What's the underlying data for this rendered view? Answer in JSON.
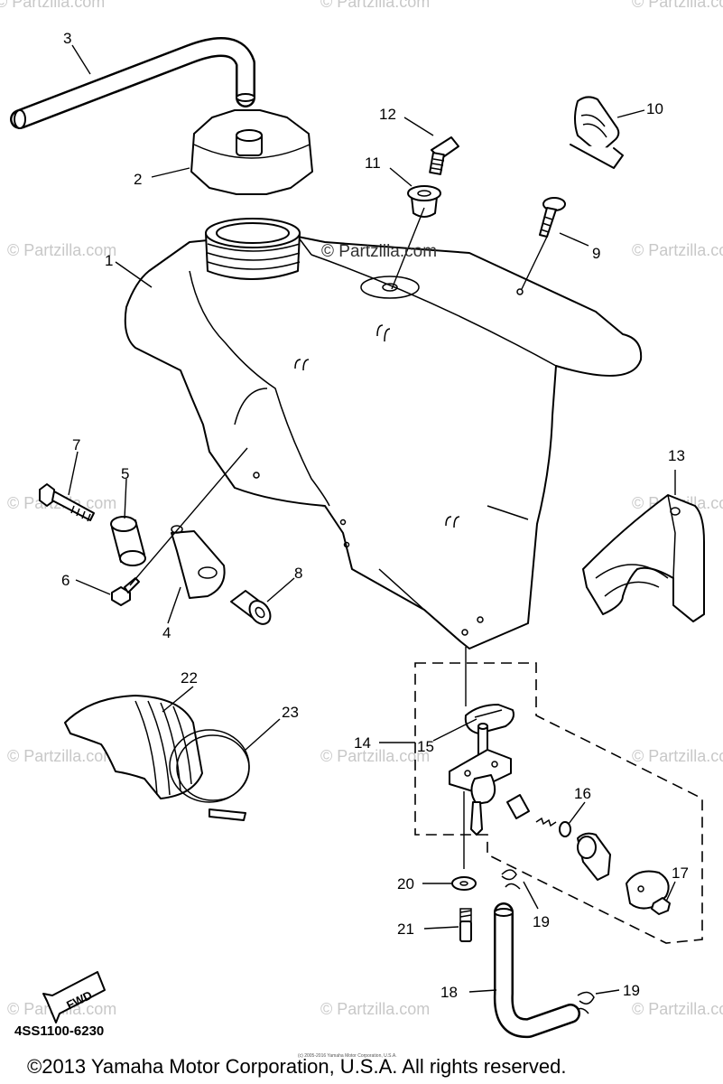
{
  "watermarks": {
    "mark": "© Partzilla.com",
    "center": "© Partzilla.com"
  },
  "callouts": {
    "c1": "1",
    "c2": "2",
    "c3": "3",
    "c4": "4",
    "c5": "5",
    "c6": "6",
    "c7": "7",
    "c8": "8",
    "c9": "9",
    "c10": "10",
    "c11": "11",
    "c12": "12",
    "c13": "13",
    "c14": "14",
    "c15": "15",
    "c16": "16",
    "c17": "17",
    "c18": "18",
    "c19a": "19",
    "c19b": "19",
    "c20": "20",
    "c21": "21",
    "c22": "22",
    "c23": "23"
  },
  "fwd_label": "FWD",
  "diagram_code": "4SS1100-6230",
  "copyright": "©2013 Yamaha Motor Corporation, U.S.A. All rights reserved.",
  "fine_print": "(c) 2005-2016 Yamaha Motor Corporation, U.S.A."
}
